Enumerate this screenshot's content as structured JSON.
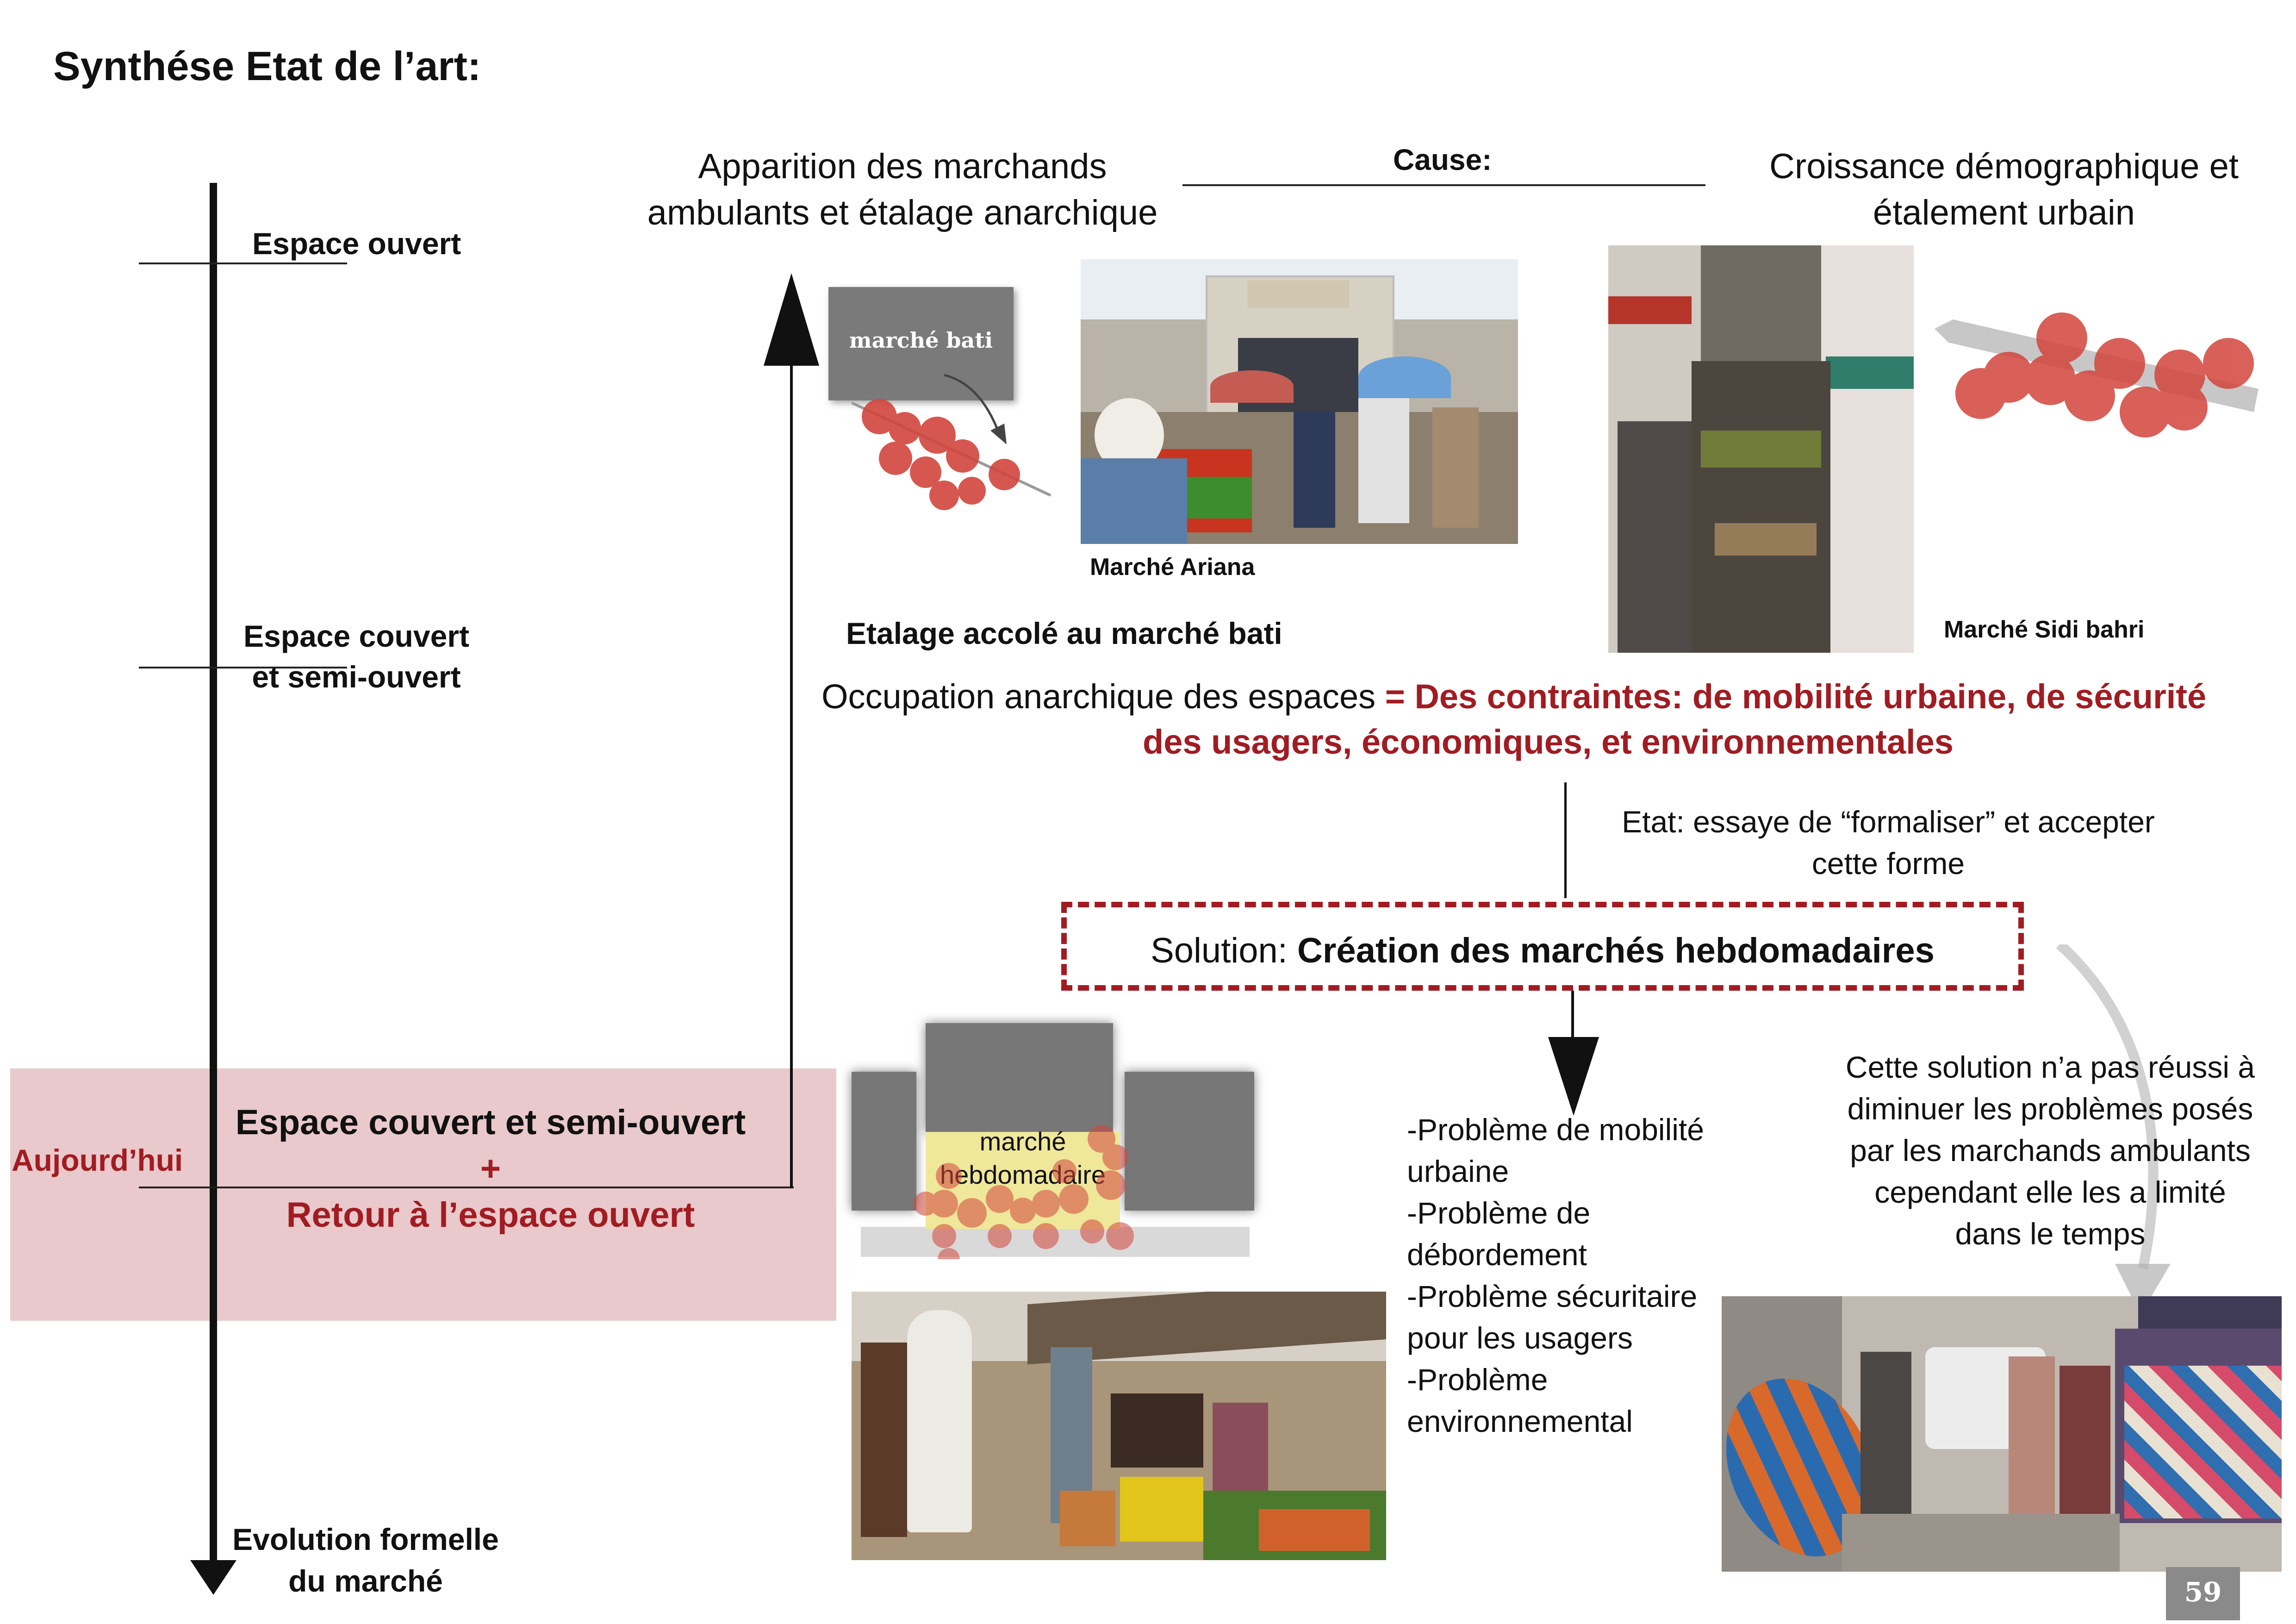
{
  "page": {
    "title": "Synthése Etat de l’art:",
    "page_number": "59"
  },
  "timeline": {
    "stage1": "Espace ouvert",
    "stage2_line1": "Espace couvert",
    "stage2_line2": "et semi-ouvert",
    "today_label": "Aujourd’hui",
    "today_line1": "Espace couvert et semi-ouvert",
    "today_plus": "+",
    "today_line2": "Retour à l’espace ouvert",
    "axis_label_line1": "Evolution formelle",
    "axis_label_line2": "du marché"
  },
  "cause": {
    "left_line1": "Apparition des marchands",
    "left_line2": "ambulants et étalage anarchique",
    "label": "Cause:",
    "right_line1": "Croissance démographique et",
    "right_line2": "étalement urbain"
  },
  "figures": {
    "marche_bati_label": "marché bati",
    "photo_ariana_caption": "Marché Ariana",
    "photo_sidi_bahri_caption": "Marché Sidi bahri",
    "etalage_caption": "Etalage accolé au marché bati",
    "hebdo_label_line1": "marché",
    "hebdo_label_line2": "hebdomadaire"
  },
  "occupation": {
    "lead": "Occupation anarchique des espaces",
    "highlight_line1": "= Des contraintes: de mobilité urbaine, de sécurité",
    "highlight_line2": "des usagers, économiques, et environnementales"
  },
  "etat": {
    "line1": "Etat: essaye de “formaliser” et accepter",
    "line2": "cette forme"
  },
  "solution": {
    "prefix": "Solution: ",
    "bold": "Création des marchés hebdomadaires"
  },
  "problems": [
    "-Problème de mobilité",
    "urbaine",
    "-Problème de",
    "débordement",
    "-Problème sécuritaire",
    "pour les usagers",
    "-Problème",
    "environnemental"
  ],
  "conclusion": [
    "Cette solution n’a pas réussi à",
    "diminuer les problèmes posés",
    "par les marchands ambulants",
    "cependant elle les a limité",
    "dans le temps"
  ],
  "colors": {
    "accent_red": "#a11c22",
    "today_band": "#e9c9cb",
    "dot_red": "#d2453c",
    "block_grey": "#7a7a7a"
  }
}
